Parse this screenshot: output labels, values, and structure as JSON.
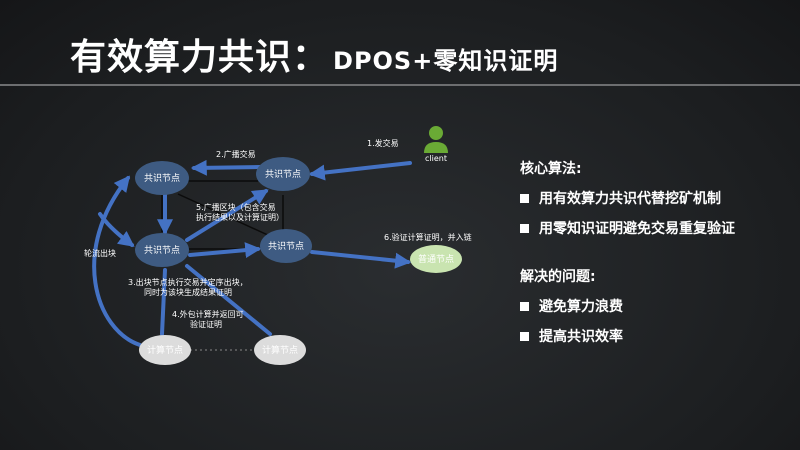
{
  "title": {
    "main": "有效算力共识：",
    "sub": "DPOS+零知识证明"
  },
  "diagram": {
    "nodes": {
      "consensus_tl": "共识节点",
      "consensus_tr": "共识节点",
      "consensus_ml": "共识节点",
      "consensus_mr": "共识节点",
      "normal": "普通节点",
      "compute_l": "计算节点",
      "compute_r": "计算节点",
      "client": "client"
    },
    "edges": {
      "e1": "1.发交易",
      "e2": "2.广播交易",
      "e3_line1": "3.出块节点执行交易并定序出块，",
      "e3_line2": "同时为该块生成结果证明",
      "e4_line1": "4.外包计算并返回可",
      "e4_line2": "验证证明",
      "e5_line1": "5.广播区块（包含交易",
      "e5_line2": "执行结果以及计算证明）",
      "e6": "6.验证计算证明，并入链",
      "rotate": "轮流出块"
    },
    "colors": {
      "node_blue": "#3e5b82",
      "arrow_blue": "#4472c4",
      "node_gray": "#dcdcdc",
      "node_green": "#c9e4b0",
      "client_green": "#6aaa35"
    }
  },
  "side": {
    "heading1": "核心算法:",
    "items1": [
      "用有效算力共识代替挖矿机制",
      "用零知识证明避免交易重复验证"
    ],
    "heading2": "解决的问题:",
    "items2": [
      "避免算力浪费",
      "提高共识效率"
    ]
  }
}
